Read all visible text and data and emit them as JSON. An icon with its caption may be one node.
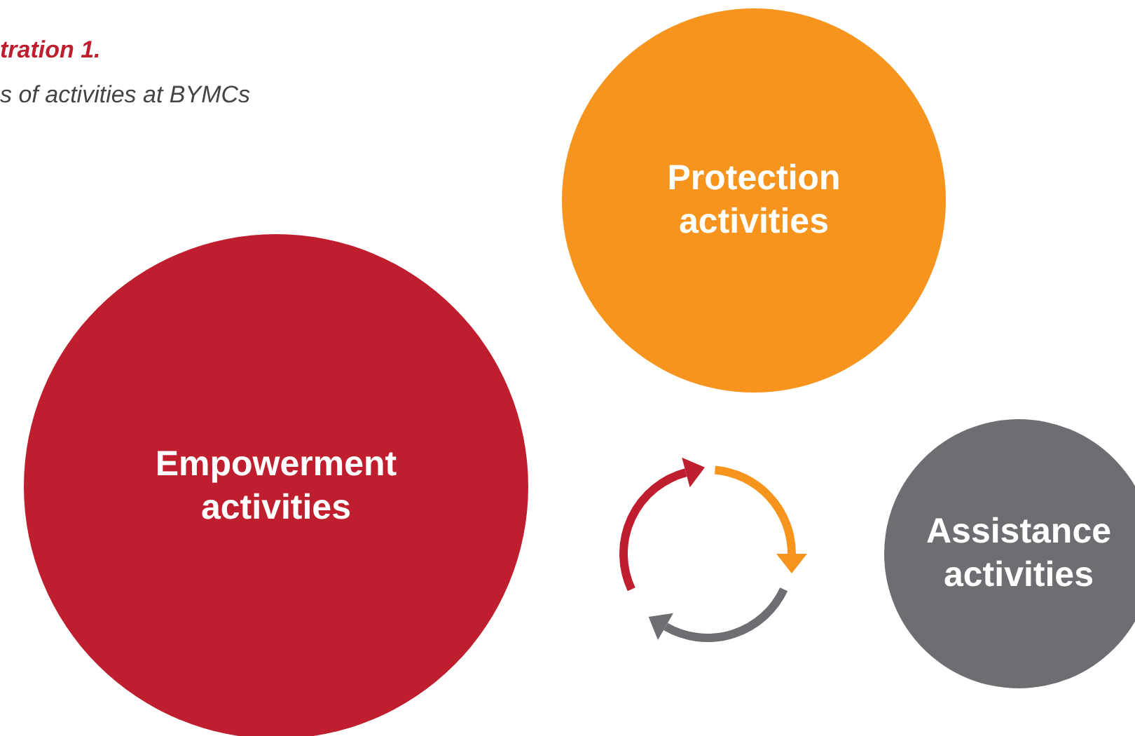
{
  "diagram": {
    "title": "tration 1.",
    "caption": "s of activities at BYMCs",
    "nodes": [
      {
        "text": [
          "Protection activities"
        ]
      },
      {
        "text": [
          "Empowerment activities"
        ]
      },
      {
        "text": [
          "Assistance activities"
        ]
      }
    ]
  }
}
